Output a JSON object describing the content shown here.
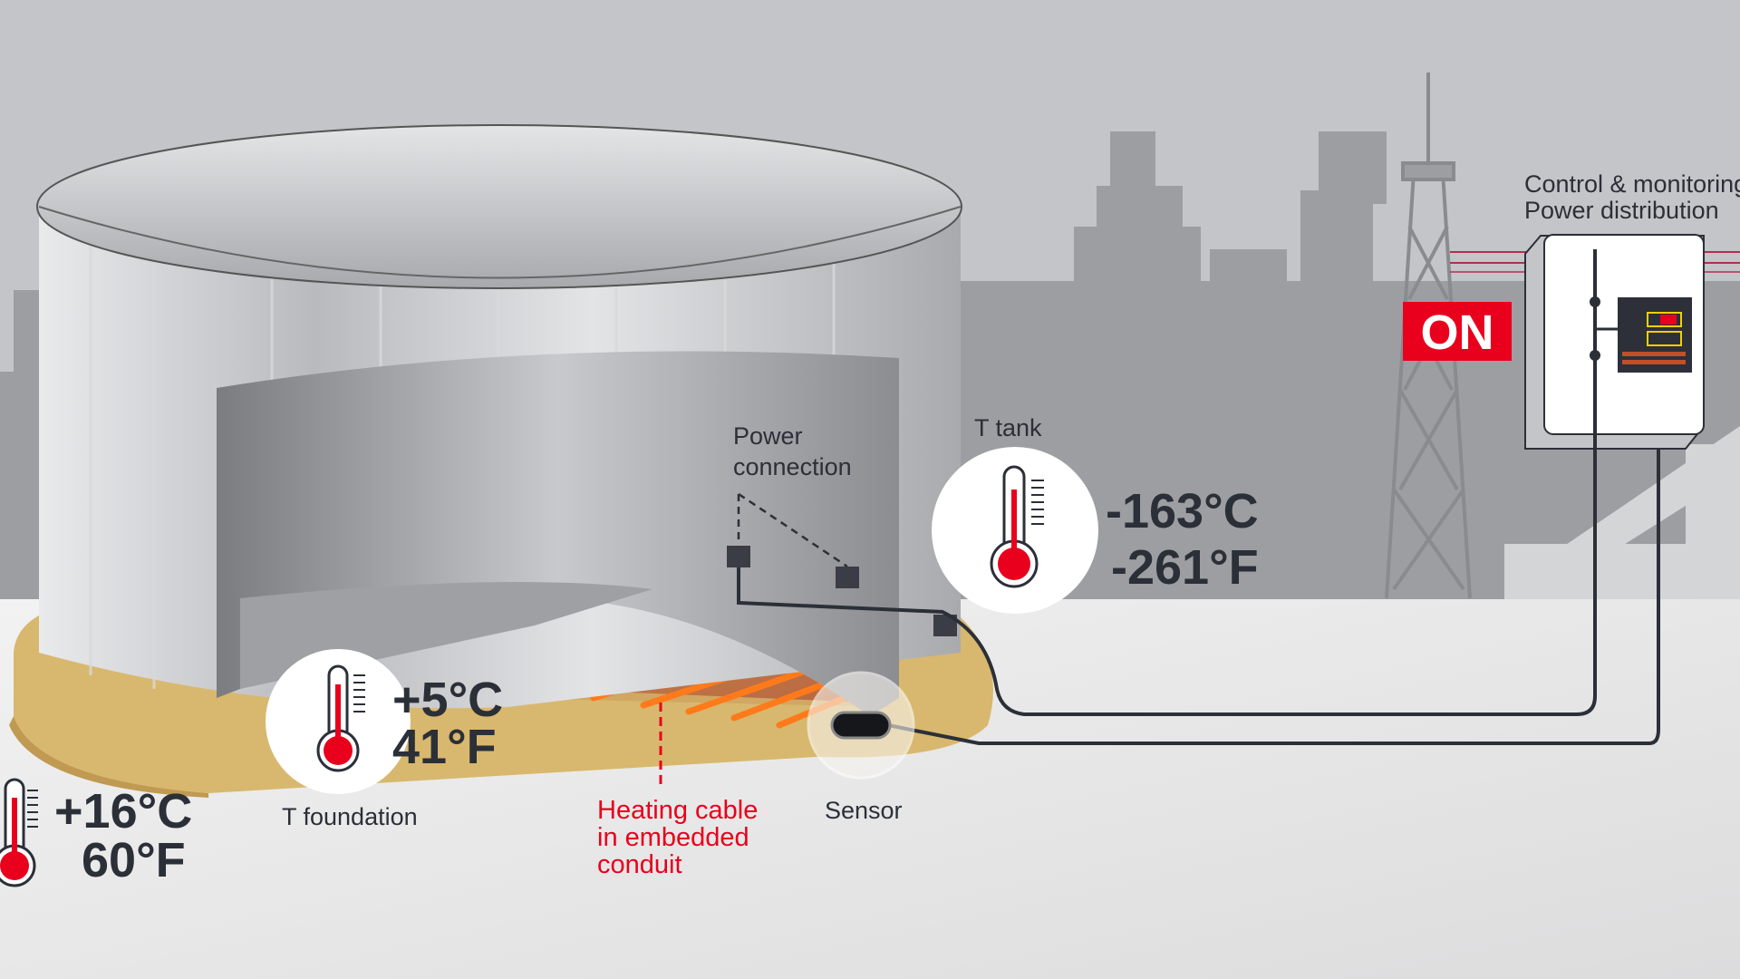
{
  "labels": {
    "power_connection_line1": "Power",
    "power_connection_line2": "connection",
    "t_tank": "T tank",
    "t_foundation": "T foundation",
    "sensor": "Sensor",
    "heating_cable_line1": "Heating cable",
    "heating_cable_line2": "in embedded",
    "heating_cable_line3": "conduit",
    "control_line1": "Control & monitoring",
    "control_line2": "Power distribution",
    "on_badge": "ON"
  },
  "temperatures": {
    "tank_c": "-163°C",
    "tank_f": "-261°F",
    "foundation_c": "+5°C",
    "foundation_f": "41°F",
    "ambient_c": "+16°C",
    "ambient_f": "60°F"
  },
  "colors": {
    "accent_red": "#e8001c",
    "sky": "#c4c5c8",
    "skyline": "#9d9ea2",
    "foundation": "#d8b86e",
    "text": "#2b2f38"
  }
}
